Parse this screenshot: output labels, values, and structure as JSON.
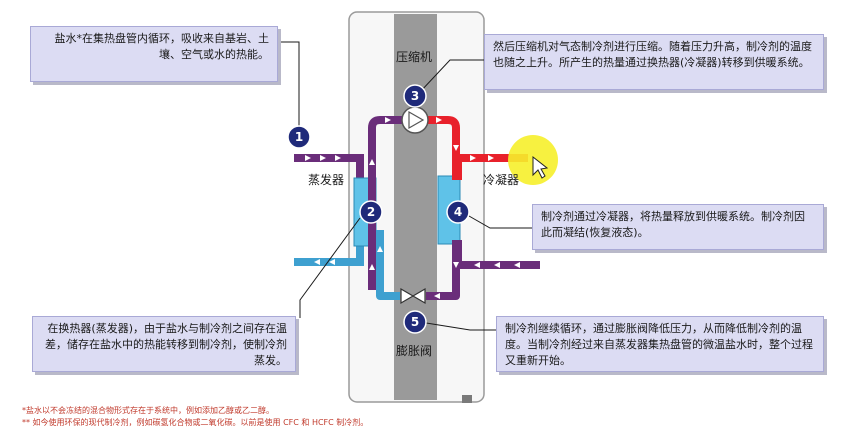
{
  "labels": {
    "compressor": "压缩机",
    "evaporator": "蒸发器",
    "condenser": "冷凝器",
    "expansion_valve": "膨胀阀"
  },
  "steps": [
    {
      "num": "1",
      "text": "盐水*在集热盘管内循环，吸收来自基岩、土壤、空气或水的热能。"
    },
    {
      "num": "2",
      "text": "在换热器(蒸发器)，由于盐水与制冷剂之间存在温差，储存在盐水中的热能转移到制冷剂，使制冷剂蒸发。"
    },
    {
      "num": "3",
      "text": "然后压缩机对气态制冷剂进行压缩。随着压力升高，制冷剂的温度也随之上升。所产生的热量通过换热器(冷凝器)转移到供暖系统。"
    },
    {
      "num": "4",
      "text": "制冷剂通过冷凝器，将热量释放到供暖系统。制冷剂因此而凝结(恢复液态)。"
    },
    {
      "num": "5",
      "text": "制冷剂继续循环，通过膨胀阀降低压力，从而降低制冷剂的温度。当制冷剂经过来自蒸发器集热盘管的微温盐水时，整个过程又重新开始。"
    }
  ],
  "footnotes": [
    "*盐水以不会冻结的混合物形式存在于系统中，例如添加乙醇或乙二醇。",
    "** 如今使用环保的现代制冷剂，例如碳氢化合物或二氧化碳。以前是使用 CFC 和 HCFC 制冷剂。"
  ],
  "colors": {
    "callout_bg": "#dcdcf3",
    "badge": "#1f2a7a",
    "brine": "#3ea0d0",
    "refrigerant_cold": "#6a2d7a",
    "refrigerant_hot": "#e8212b",
    "exchanger": "#5fc2e8"
  }
}
